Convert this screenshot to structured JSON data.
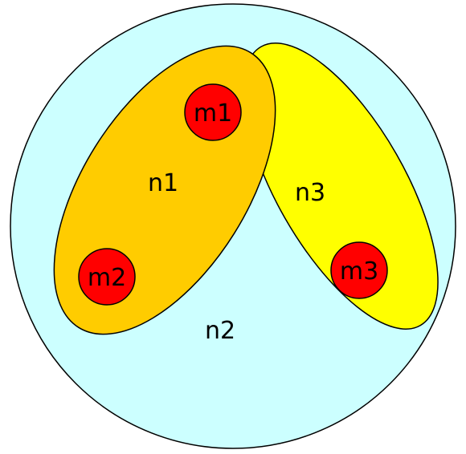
{
  "diagram": {
    "regions": {
      "outer": {
        "label": "n2",
        "fill": "#ccffff"
      },
      "left_ellipse": {
        "label": "n1",
        "fill": "#ffcc00"
      },
      "right_ellipse": {
        "label": "n3",
        "fill": "#ffff00"
      }
    },
    "nodes": [
      {
        "label": "m1",
        "fill": "#ff0000"
      },
      {
        "label": "m2",
        "fill": "#ff0000"
      },
      {
        "label": "m3",
        "fill": "#ff0000"
      }
    ],
    "stroke": "#000000"
  }
}
